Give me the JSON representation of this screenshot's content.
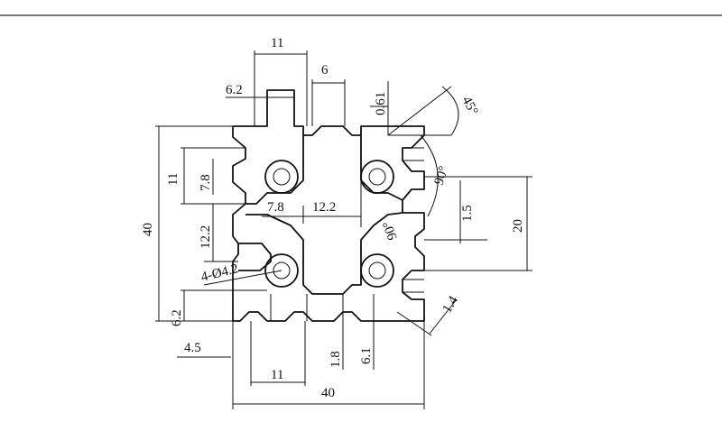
{
  "drawing": {
    "labels": {
      "top_slot_width": "11",
      "top_inner_width": "6",
      "slot_wall": "6.2",
      "lip_thickness": "0.61",
      "angle_45": "45°",
      "angle_90": "90°",
      "angle_90b": "90°",
      "left_slot_width": "11",
      "left_inner": "7.8",
      "center_offset": "7.8",
      "center_width": "12.2",
      "left_center": "12.2",
      "overall_height": "40",
      "right_small": "1.5",
      "right_half": "20",
      "holes": "4-Ø4.2",
      "corner_fillet": "1.4",
      "bottom_left_wall": "6.2",
      "bottom_offset": "4.5",
      "bottom_slot_width": "11",
      "bottom_thin": "1.8",
      "bottom_inner": "6.1",
      "overall_width": "40"
    }
  }
}
